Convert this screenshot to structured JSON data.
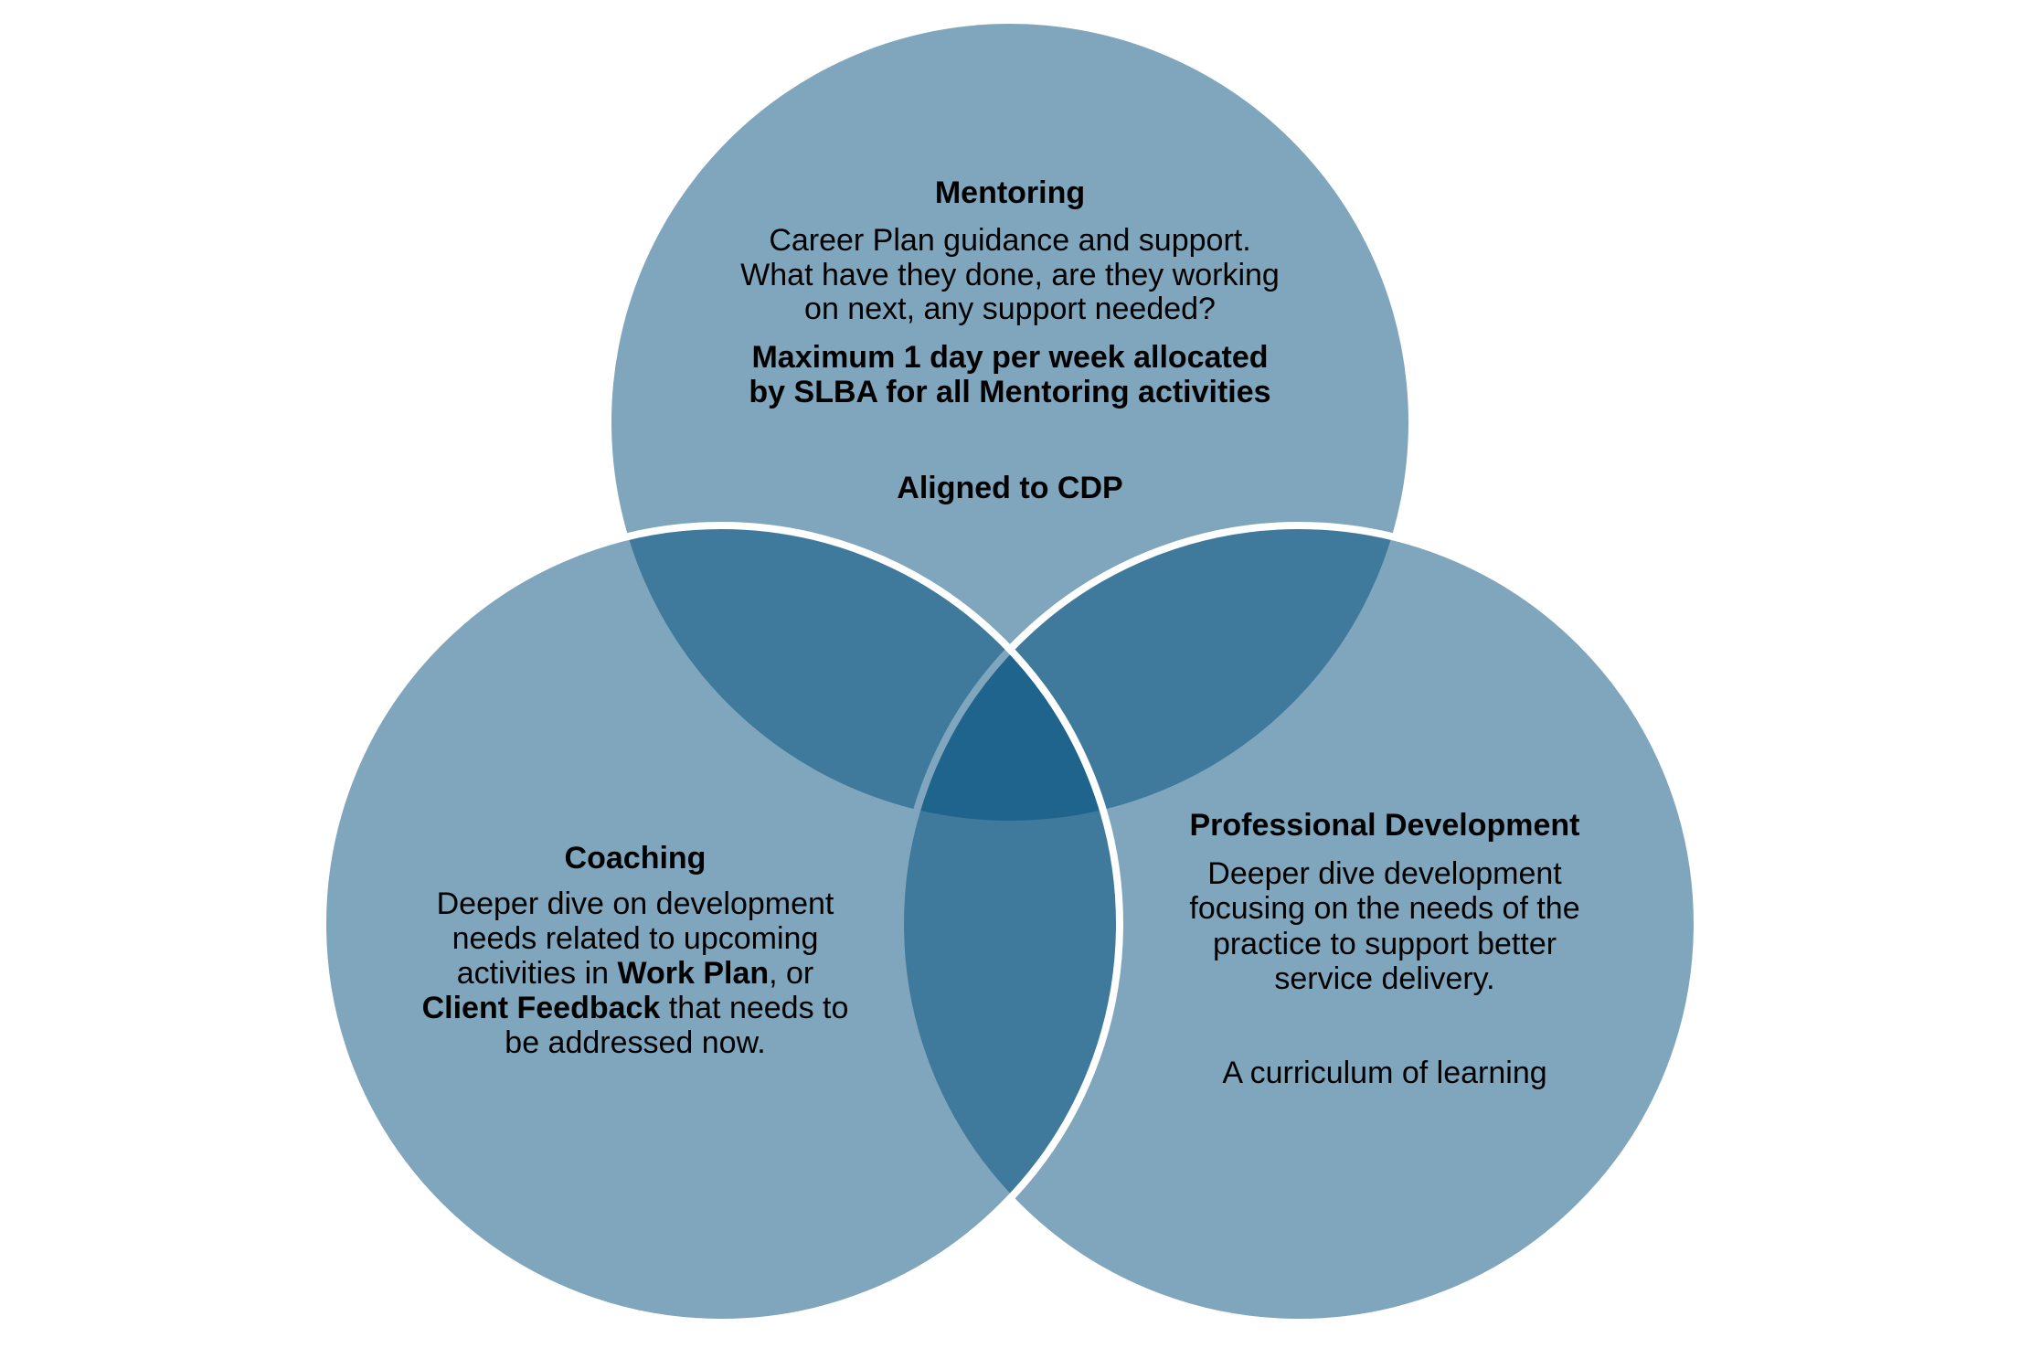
{
  "diagram": {
    "type": "venn",
    "colors": {
      "background": "#ffffff",
      "circle_fill": "#004E7C",
      "circle_fill_opacity": 0.5,
      "single_region": "#7FA7BE",
      "double_overlap": "#3F7A9C",
      "triple_overlap": "#1F6288",
      "outline": "#ffffff",
      "text": "#000000"
    },
    "circles": [
      {
        "id": "mentoring",
        "title": "Mentoring",
        "body_lines": [
          "Career Plan guidance and support.",
          "What have they done, are they working",
          "on next, any support needed?"
        ],
        "emphasis_lines": [
          "Maximum 1 day per week allocated",
          "by SLBA for all Mentoring activities"
        ],
        "footer": "Aligned to CDP"
      },
      {
        "id": "coaching",
        "title": "Coaching",
        "line1": "Deeper dive on development",
        "line2": "needs related to upcoming",
        "line3_pre": "activities in ",
        "line3_bold": "Work Plan",
        "line3_post": ", or",
        "line4_bold": "Client Feedback",
        "line4_post": " that needs to",
        "line5": "be addressed now."
      },
      {
        "id": "professional-development",
        "title": "Professional Development",
        "body_lines": [
          "Deeper dive development",
          "focusing on the needs of the",
          "practice to support better",
          "service delivery."
        ],
        "footer": "A curriculum of learning"
      }
    ]
  }
}
